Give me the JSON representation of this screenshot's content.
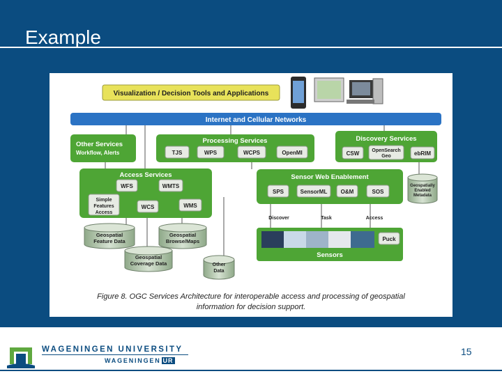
{
  "slide": {
    "title": "Example",
    "page_number": "15",
    "logo": {
      "line1": "WAGENINGEN UNIVERSITY",
      "line2": "WAGENINGEN",
      "line2_box": "UR"
    }
  },
  "diagram": {
    "top_banner": "Visualization / Decision Tools and Applications",
    "network_bar": "Internet and Cellular Networks",
    "other_services": {
      "title": "Other Services",
      "subtitle": "Workflow, Alerts"
    },
    "processing_services": {
      "title": "Processing Services",
      "items": [
        "TJS",
        "WPS",
        "WCPS",
        "OpenMI"
      ]
    },
    "discovery_services": {
      "title": "Discovery Services",
      "items": [
        "CSW",
        "OpenSearch",
        "Geo",
        "ebRIM"
      ]
    },
    "access_services": {
      "title": "Access Services",
      "items": [
        "WFS",
        "WMTS",
        "Simple",
        "Features",
        "Access",
        "WCS",
        "WMS"
      ]
    },
    "sensor_web": {
      "title": "Sensor  Web Enablement",
      "items": [
        "SPS",
        "SensorML",
        "O&M",
        "SOS"
      ]
    },
    "metadata": [
      "Geospatially",
      "Enabled",
      "Metadata"
    ],
    "links": [
      "Discover",
      "Task",
      "Access"
    ],
    "sensors": {
      "title": "Sensors",
      "puck": "Puck"
    },
    "data_stores": [
      {
        "line1": "Geospatial",
        "line2": "Feature Data"
      },
      {
        "line1": "Geospatial",
        "line2": "Browse/Maps"
      },
      {
        "line1": "Geospatial",
        "line2": "Coverage Data"
      },
      {
        "line1": "Other",
        "line2": "Data"
      }
    ],
    "caption": [
      "Figure 8. OGC Services Architecture for interoperable access and processing of geospatial",
      "information for decision support."
    ]
  },
  "colors": {
    "slide_blue": "#0b4c80",
    "green": "#4ea535",
    "network_blue": "#2b73c4",
    "banner_yellow": "#e8e25a"
  }
}
